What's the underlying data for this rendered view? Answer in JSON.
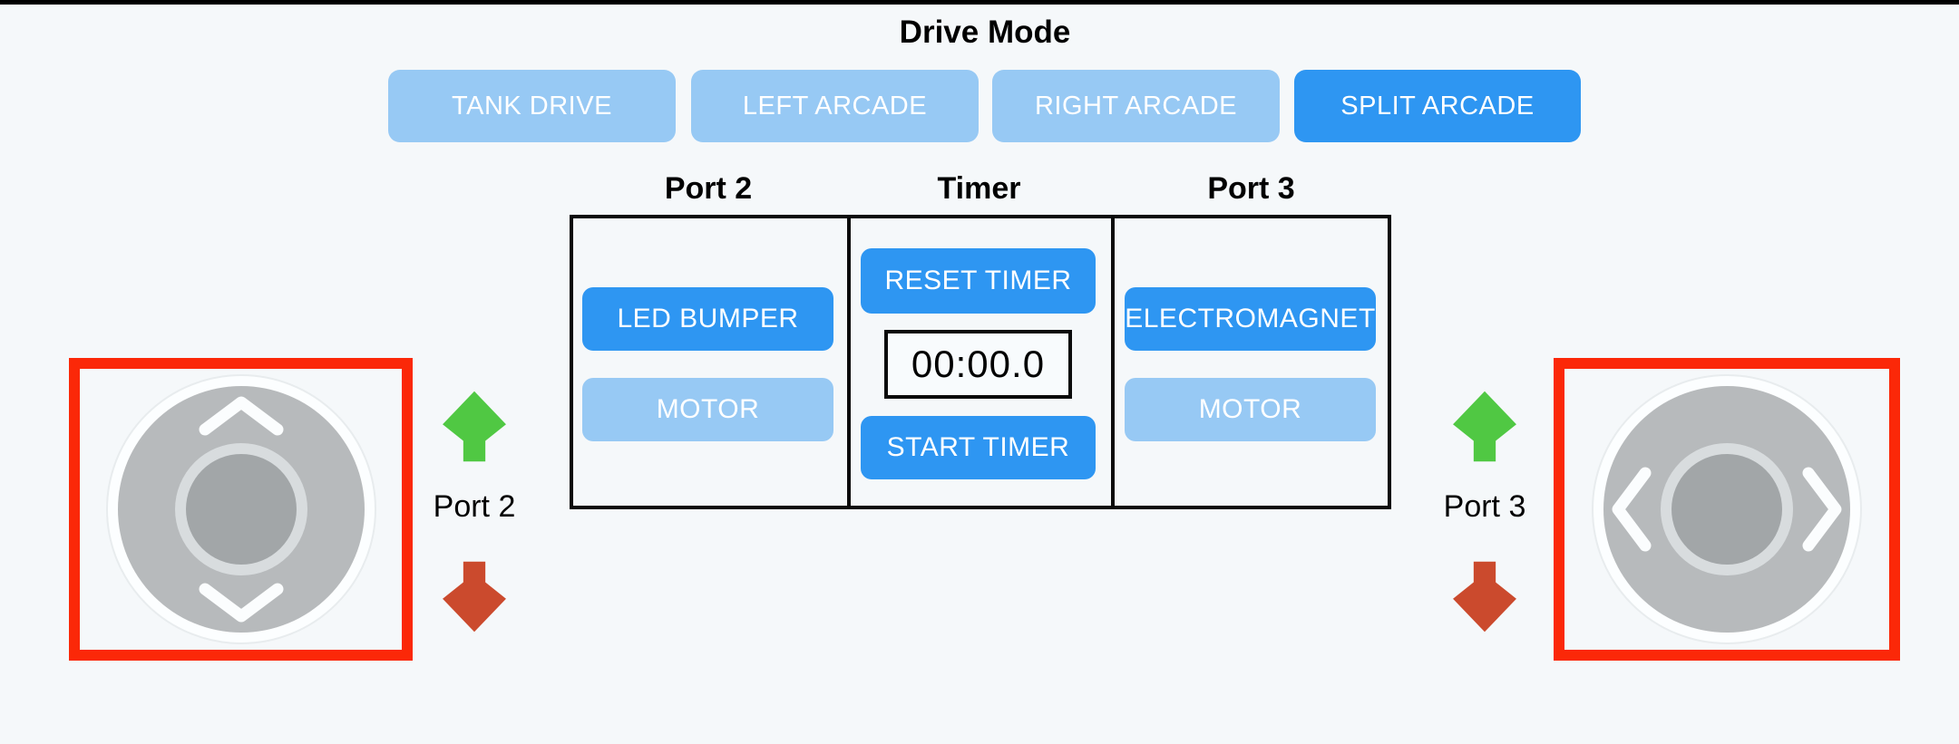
{
  "drive_mode": {
    "title": "Drive Mode",
    "buttons": [
      {
        "label": "TANK DRIVE",
        "active": false
      },
      {
        "label": "LEFT ARCADE",
        "active": false
      },
      {
        "label": "RIGHT ARCADE",
        "active": false
      },
      {
        "label": "SPLIT ARCADE",
        "active": true
      }
    ]
  },
  "panel": {
    "port2": {
      "header": "Port 2",
      "device_buttons": [
        {
          "label": "LED BUMPER",
          "active": true
        },
        {
          "label": "MOTOR",
          "active": false
        }
      ]
    },
    "timer": {
      "header": "Timer",
      "reset_button": "RESET TIMER",
      "display": "00:00.0",
      "start_button": "START TIMER"
    },
    "port3": {
      "header": "Port 3",
      "device_buttons": [
        {
          "label": "ELECTROMAGNET",
          "active": true
        },
        {
          "label": "MOTOR",
          "active": false
        }
      ]
    }
  },
  "joysticks": {
    "left": {
      "port_label": "Port 2",
      "axis": "vertical"
    },
    "right": {
      "port_label": "Port 3",
      "axis": "horizontal"
    }
  },
  "colors": {
    "background": "#f5f8fa",
    "accent_blue": "#2e96f2",
    "inactive_blue": "#97c9f4",
    "highlight_red": "#fb2808",
    "arrow_green": "#50c843",
    "arrow_red": "#cb4a2d",
    "joystick_gray": "#b7babc"
  }
}
